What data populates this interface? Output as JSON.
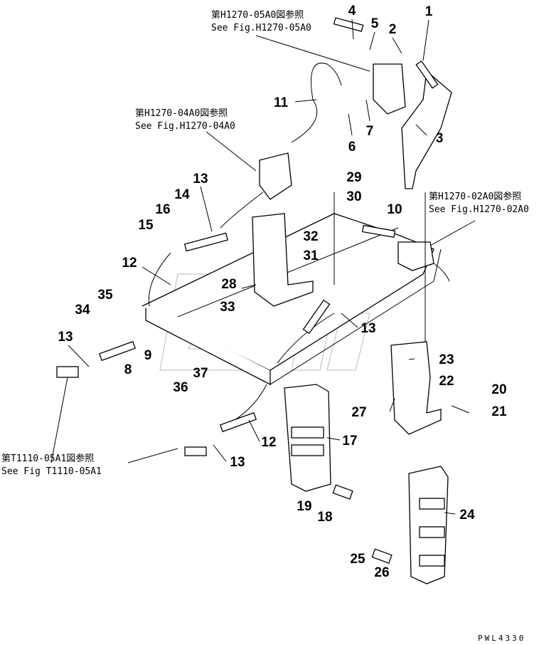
{
  "references": [
    {
      "jp": "第H1270-05A0図参照",
      "en": "See Fig.H1270-05A0"
    },
    {
      "jp": "第H1270-04A0図参照",
      "en": "See Fig.H1270-04A0"
    },
    {
      "jp": "第H1270-02A0図参照",
      "en": "See Fig.H1270-02A0"
    },
    {
      "jp": "第T1110-05A1図参照",
      "en": "See Fig T1110-05A1"
    }
  ],
  "part_labels": {
    "p1": "1",
    "p2": "2",
    "p3": "3",
    "p4": "4",
    "p5": "5",
    "p6": "6",
    "p7": "7",
    "p8": "8",
    "p9": "9",
    "p10": "10",
    "p11": "11",
    "p12a": "12",
    "p12b": "12",
    "p13a": "13",
    "p13b": "13",
    "p13c": "13",
    "p13d": "13",
    "p14": "14",
    "p15": "15",
    "p16": "16",
    "p17": "17",
    "p18": "18",
    "p19": "19",
    "p20": "20",
    "p21": "21",
    "p22": "22",
    "p23": "23",
    "p24": "24",
    "p25": "25",
    "p26": "26",
    "p27": "27",
    "p28": "28",
    "p29": "29",
    "p30": "30",
    "p31": "31",
    "p32": "32",
    "p33": "33",
    "p34": "34",
    "p35": "35",
    "p36": "36",
    "p37": "37"
  },
  "drawing_code": "PWL4330"
}
